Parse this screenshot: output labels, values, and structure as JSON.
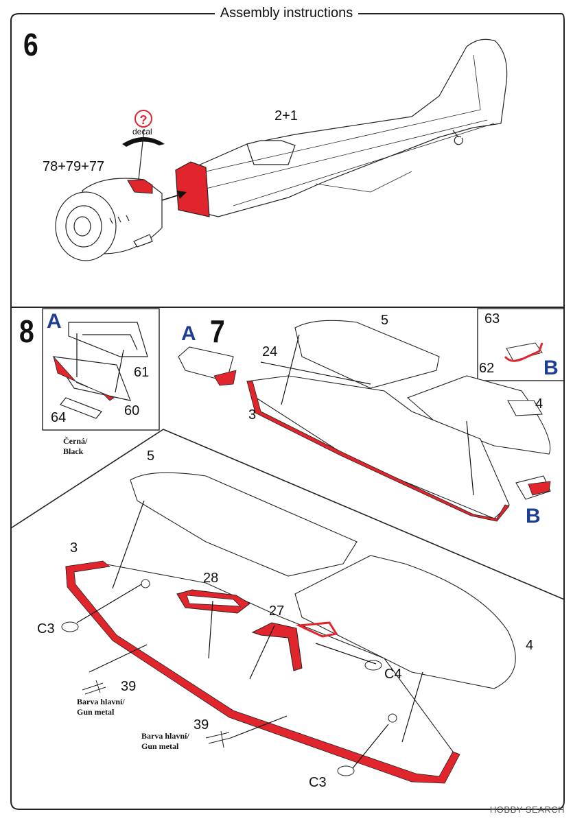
{
  "header": {
    "title": "Assembly instructions"
  },
  "step6": {
    "number": "6",
    "decal_symbol": "?",
    "decal_label": "decal",
    "part_engine": "78+79+77",
    "part_fuselage": "2+1"
  },
  "step8": {
    "number": "8",
    "inset_letter": "A",
    "part_61": "61",
    "part_60": "60",
    "part_64": "64",
    "paint_note_line1": "Černá/",
    "paint_note_line2": "Black"
  },
  "step7": {
    "number": "7",
    "letter_a": "A",
    "letter_b": "B",
    "part_5": "5",
    "part_24": "24",
    "part_3": "3",
    "part_4": "4",
    "inset_63": "63",
    "inset_62": "62",
    "inset_letter_b": "B"
  },
  "detail": {
    "part_5": "5",
    "part_3": "3",
    "part_28": "28",
    "part_27": "27",
    "part_4": "4",
    "part_c3_left": "C3",
    "part_c4": "C4",
    "part_c3_bottom": "C3",
    "part_39_upper": "39",
    "part_39_lower": "39",
    "gun_note_upper_line1": "Barva hlavní/",
    "gun_note_upper_line2": "Gun metal",
    "gun_note_lower_line1": "Barva hlavní/",
    "gun_note_lower_line2": "Gun metal"
  },
  "watermark": "HOBBY SEARCH",
  "colors": {
    "highlight_red": "#e0252d",
    "letter_blue": "#1e3e95",
    "line": "#222222"
  }
}
